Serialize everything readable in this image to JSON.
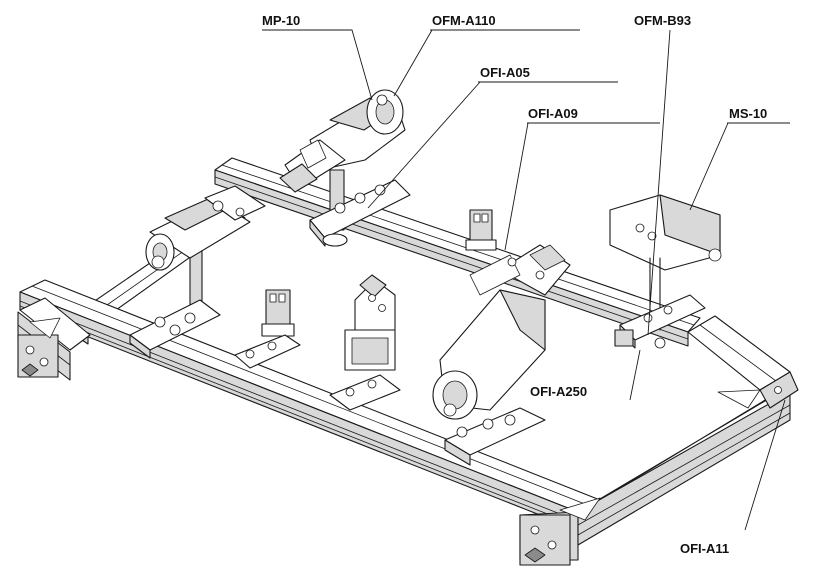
{
  "diagram": {
    "labels": [
      {
        "id": "mp10",
        "text": "MP-10"
      },
      {
        "id": "ofma110",
        "text": "OFM-A110"
      },
      {
        "id": "ofmb93",
        "text": "OFM-B93"
      },
      {
        "id": "ofia05",
        "text": "OFI-A05"
      },
      {
        "id": "ofia09",
        "text": "OFI-A09"
      },
      {
        "id": "ms10",
        "text": "MS-10"
      },
      {
        "id": "ofia250",
        "text": "OFI-A250"
      },
      {
        "id": "ofia11",
        "text": "OFI-A11"
      }
    ]
  }
}
